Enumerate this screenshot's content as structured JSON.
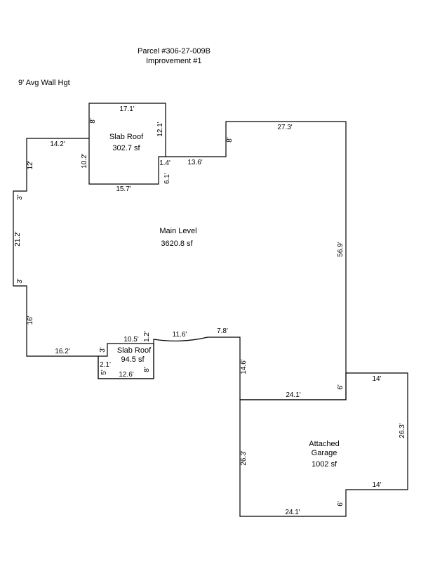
{
  "header": {
    "parcel": "Parcel #306-27-009B",
    "improvement": "Improvement #1",
    "wall_height": "9' Avg Wall Hgt"
  },
  "areas": {
    "main": {
      "name": "Main Level",
      "size": "3620.8 sf"
    },
    "slab_top": {
      "name": "Slab Roof",
      "size": "302.7 sf"
    },
    "slab_bottom": {
      "name": "Slab Roof",
      "size": "94.5 sf"
    },
    "garage": {
      "name_line1": "Attached",
      "name_line2": "Garage",
      "size": "1002 sf"
    }
  },
  "dims": {
    "slab_top_top": "17.1'",
    "slab_top_left": "8'",
    "slab_top_right": "12.1'",
    "slab_top_inner": "10.2'",
    "slab_top_bottom": "15.7'",
    "notch_small": "1.4'",
    "notch_run": "13.6'",
    "notch_down": "6.1'",
    "left_top_run": "14.2'",
    "left_drop": "12'",
    "left_step1": "3'",
    "left_long": "21.2'",
    "left_step2": "3'",
    "left_lower": "16'",
    "left_bottom_run": "16.2'",
    "right_rise": "8'",
    "top_run": "27.3'",
    "right_side": "56.9'",
    "slab_bot_top": "10.5'",
    "slab_bot_right_up": "1.2'",
    "slab_bot_left_up": "3'",
    "slab_bot_left_a": "2.1'",
    "slab_bot_left_b": "5'",
    "slab_bot_bottom": "12.6'",
    "slab_bot_right": "8'",
    "curve_run": "11.6'",
    "curve_end_run": "7.8'",
    "center_drop": "14.6'",
    "garage_top": "24.1'",
    "garage_step_top": "6'",
    "garage_ext_top": "14'",
    "garage_right": "26.3'",
    "garage_ext_bottom": "14'",
    "garage_step_bottom": "6'",
    "garage_left": "26.3'",
    "garage_bottom": "24.1'"
  }
}
